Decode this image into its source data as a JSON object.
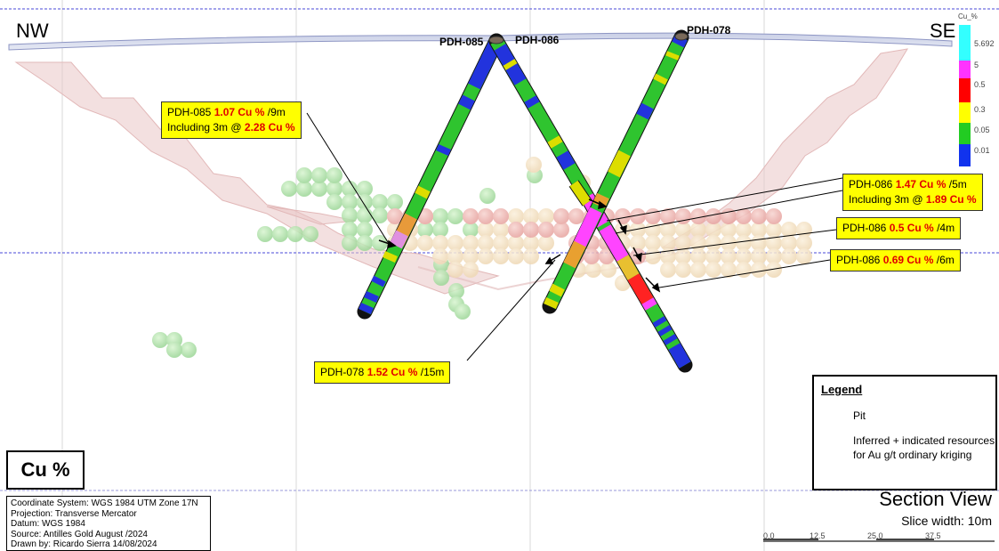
{
  "directions": {
    "left": "NW",
    "right": "SE"
  },
  "drillholes": [
    "PDH-085",
    "PDH-086",
    "PDH-078"
  ],
  "callouts": [
    {
      "hole": "PDH-085",
      "grade": "1.07 Cu %",
      "length": "/9m",
      "line2_prefix": "Including 3m @",
      "line2_grade": "2.28 Cu %"
    },
    {
      "hole": "PDH-086",
      "grade": "1.47 Cu %",
      "length": "/5m",
      "line2_prefix": "Including 3m @",
      "line2_grade": "1.89 Cu %"
    },
    {
      "hole": "PDH-086",
      "grade": "0.5 Cu %",
      "length": "/4m"
    },
    {
      "hole": "PDH-086",
      "grade": "0.69 Cu %",
      "length": "/6m"
    },
    {
      "hole": "PDH-078",
      "grade": "1.52 Cu %",
      "length": "/15m"
    }
  ],
  "color_bar": {
    "title": "Cu_%",
    "labels": [
      "5.692",
      "5",
      "0.5",
      "0.3",
      "0.05",
      "0.01"
    ],
    "colors": [
      "#33ffff",
      "#ff33ff",
      "#ff0000",
      "#ffff00",
      "#22cc22",
      "#1133ee"
    ]
  },
  "legend": {
    "title": "Legend",
    "pit_label": "Pit",
    "resources_label_1": "Inferred + indicated resources",
    "resources_label_2": "for Au g/t ordinary kriging"
  },
  "variable_label": "Cu %",
  "info_lines": [
    "Coordinate System: WGS 1984 UTM Zone 17N",
    "Projection: Transverse Mercator",
    "Datum: WGS 1984",
    "Source: Antilles Gold  August /2024",
    "Drawn by: Ricardo Sierra 14/08/2024"
  ],
  "section_view": "Section View",
  "slice_width": "Slice width: 10m",
  "scale_labels": [
    "0.0",
    "12.5",
    "25.0",
    "37.5"
  ]
}
